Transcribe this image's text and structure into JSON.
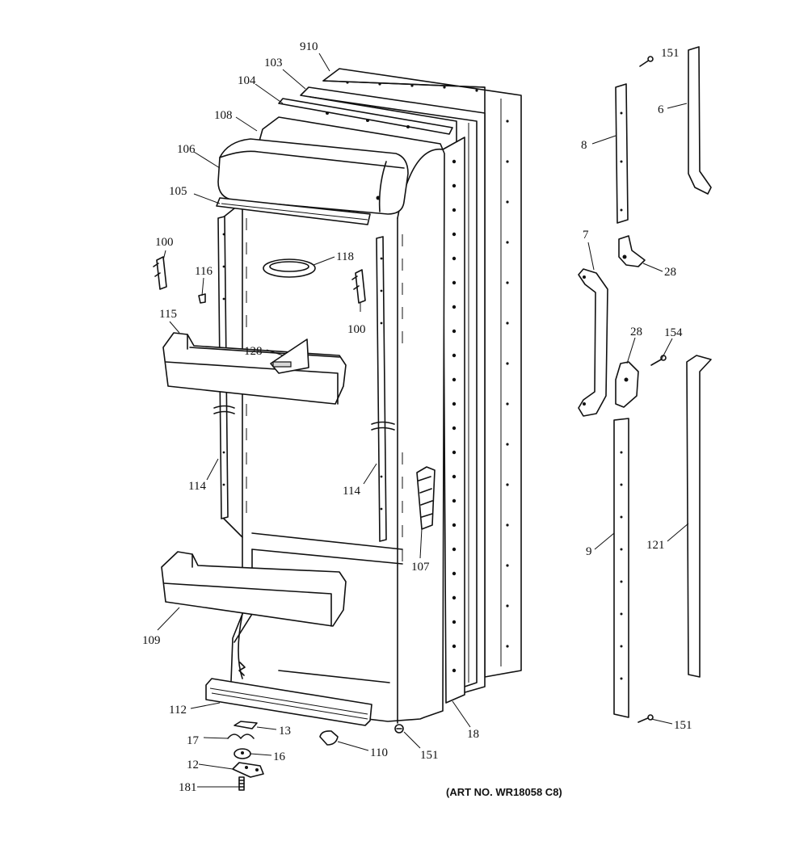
{
  "diagram": {
    "art_number": "(ART NO. WR18058 C8)",
    "callouts": {
      "c910": "910",
      "c103": "103",
      "c104": "104",
      "c108": "108",
      "c106": "106",
      "c105": "105",
      "c100a": "100",
      "c116": "116",
      "c118": "118",
      "c100b": "100",
      "c115": "115",
      "c128": "128",
      "c114a": "114",
      "c114b": "114",
      "c107": "107",
      "c109": "109",
      "c112": "112",
      "c13": "13",
      "c17": "17",
      "c16": "16",
      "c12": "12",
      "c181": "181",
      "c110": "110",
      "c151a": "151",
      "c18": "18",
      "c151b": "151",
      "c6": "6",
      "c8": "8",
      "c7": "7",
      "c28a": "28",
      "c28b": "28",
      "c154": "154",
      "c9": "9",
      "c121": "121",
      "c151c": "151"
    }
  }
}
